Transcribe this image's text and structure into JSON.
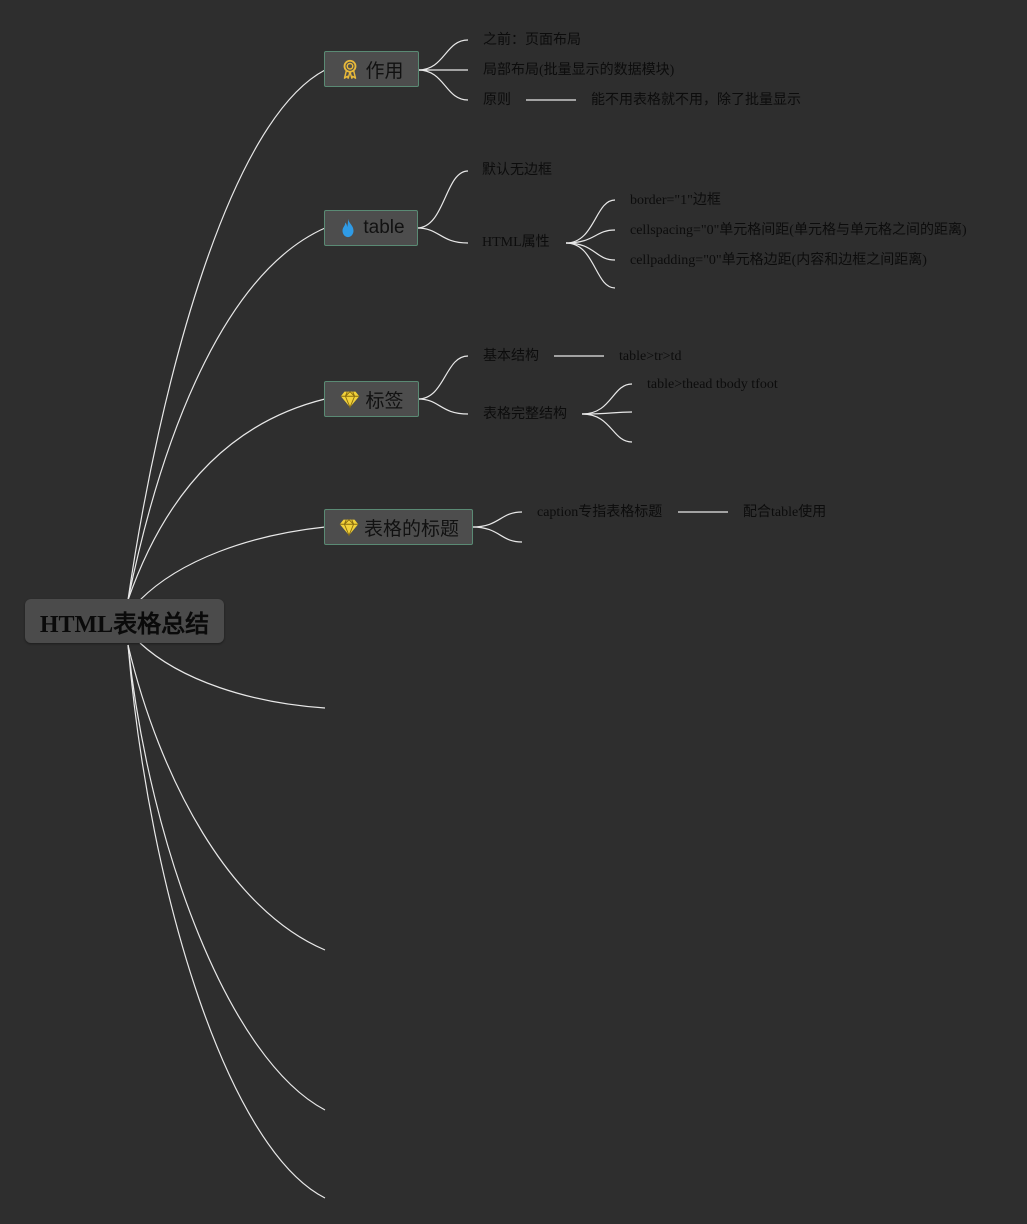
{
  "root": {
    "label": "HTML表格总结"
  },
  "branches": [
    {
      "label": "作用",
      "icon": "award-ribbon-icon",
      "children": [
        "之前：页面布局",
        "局部布局(批量显示的数据模块)",
        "原则"
      ],
      "details": [
        "能不用表格就不用，除了批量显示"
      ]
    },
    {
      "label": "table",
      "icon": "flame-icon",
      "children": [
        "默认无边框",
        "HTML属性"
      ],
      "details": [
        "border=\"1\"边框",
        "cellspacing=\"0\"单元格间距(单元格与单元格之间的距离)",
        "cellpadding=\"0\"单元格边距(内容和边框之间距离)"
      ]
    },
    {
      "label": "标签",
      "icon": "diamond-icon",
      "children": [
        "基本结构",
        "表格完整结构"
      ],
      "details": [
        "table>tr>td",
        "table>thead tbody tfoot"
      ]
    },
    {
      "label": "表格的标题",
      "icon": "diamond-icon",
      "children": [
        "caption专指表格标题"
      ],
      "details": [
        "配合table使用"
      ]
    }
  ],
  "colors": {
    "background": "#2e2e2e",
    "connector": "#e8e8e8",
    "branch_fill": "#4d4d4d",
    "branch_border": "#5a8a74",
    "root_fill": "#4b4b4b",
    "icon_gold": "#e8b93a",
    "icon_blue": "#2f9be6",
    "icon_yellow": "#f2d23a"
  }
}
